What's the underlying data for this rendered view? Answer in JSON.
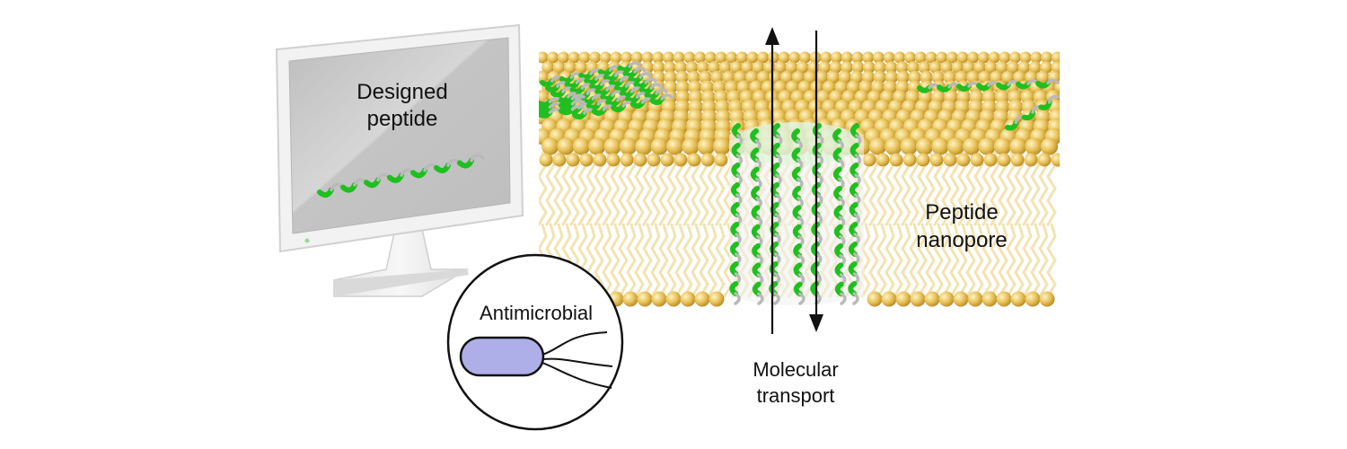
{
  "labels": {
    "monitor_line1": "Designed",
    "monitor_line2": "peptide",
    "pore_line1": "Peptide",
    "pore_line2": "nanopore",
    "transport_line1": "Molecular",
    "transport_line2": "transport",
    "antimicrobial": "Antimicrobial"
  },
  "colors": {
    "lipid_head": "#e8c25a",
    "lipid_tail": "#f3e3b2",
    "helix_green": "#1fbf1f",
    "helix_shadow": "#b9b9b9",
    "monitor_screen": "#c8c8c8",
    "monitor_frame": "#eeeeee",
    "bacterium_fill": "#aeaee8",
    "arrow": "#111111"
  },
  "icons": {
    "monitor": "computer-monitor-icon",
    "bacterium": "bacterium-icon"
  }
}
